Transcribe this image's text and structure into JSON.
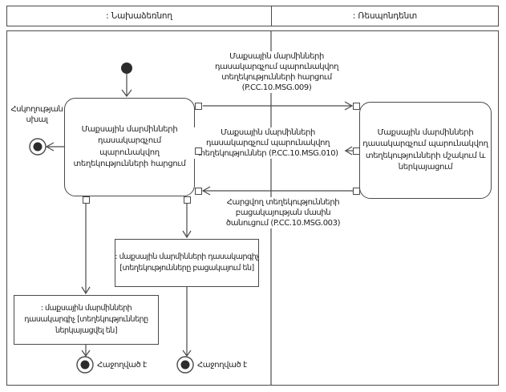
{
  "lanes": {
    "left_header": ": Նախաձեռնող",
    "right_header": ": Ռեսպոնդենտ"
  },
  "activities": {
    "request": "Մաքսային մարմինների դասակարգչում պարունակվող տեղեկությունների հարցում",
    "process": "Մաքսային մարմինների դասակարգչում պարունակվող տեղեկությունների մշակում և ներկայացում"
  },
  "messages": {
    "msg009": "Մաքսային մարմինների\nդասակարգչում պարունակվող\nտեղեկությունների հարցում\n(P.CC.10.MSG.009)",
    "msg010": "Մաքսային մարմինների\nդասակարգչում պարունակվող\nտեղեկություններ (P.CC.10.MSG.010)",
    "msg003": "Հարցվող տեղեկությունների\nբացակայության մասին\nծանուցում (P.CC.10.MSG.003)"
  },
  "objects": {
    "absent": ": մաքսային մարմինների դասակարգիչ\n[տեղեկությունները բացակայում են]",
    "presented": ": մաքսային մարմինների\nդասակարգիչ [տեղեկությունները\nներկայացվել են]"
  },
  "terminals": {
    "error": "Հսկողության\nսխալ",
    "success_left": "Հաջողված է",
    "success_right": "Հաջողված է"
  },
  "colors": {
    "line": "#4a4a4a",
    "node_fill": "#2c2c2c",
    "background": "#ffffff"
  }
}
